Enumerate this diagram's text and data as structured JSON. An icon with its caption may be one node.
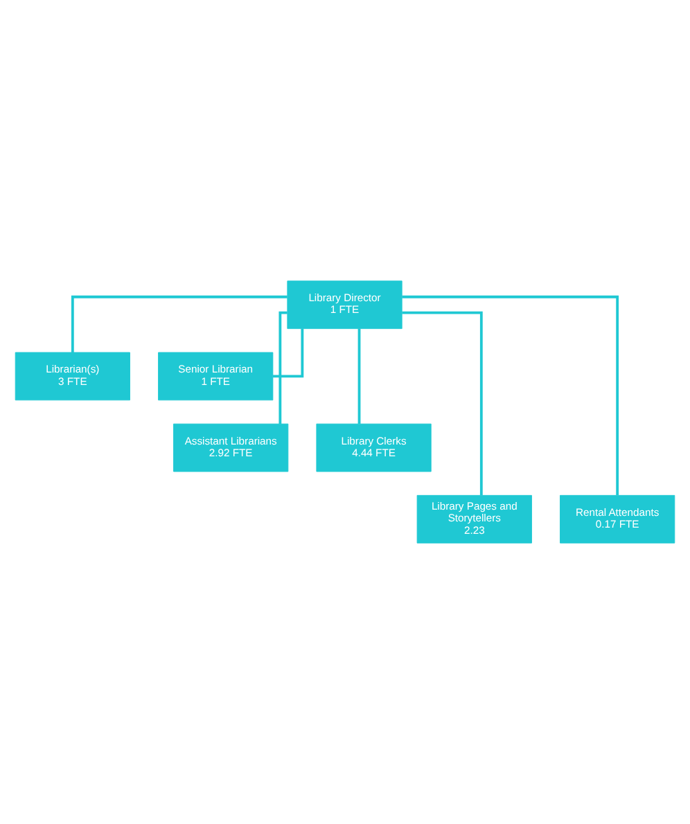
{
  "diagram": {
    "nodes": [
      {
        "text": [
          "Library Director",
          "1 FTE"
        ]
      },
      {
        "text": [
          "Librarian(s)",
          "3 FTE"
        ]
      },
      {
        "text": [
          "Senior Librarian",
          "1 FTE"
        ]
      },
      {
        "text": [
          "Assistant Librarians",
          "2.92 FTE"
        ]
      },
      {
        "text": [
          "Library Clerks",
          "4.44 FTE"
        ]
      },
      {
        "text": [
          "Library Pages and Storytellers",
          "2.23"
        ]
      },
      {
        "text": [
          "Rental Attendants",
          "0.17 FTE"
        ]
      }
    ],
    "edges": [
      {
        "from": 0,
        "to": 1,
        "arrow": "none"
      },
      {
        "from": 0,
        "to": 2,
        "arrow": "none"
      },
      {
        "from": 0,
        "to": 3,
        "arrow": "none"
      },
      {
        "from": 0,
        "to": 4,
        "arrow": "none"
      },
      {
        "from": 0,
        "to": 5,
        "arrow": "none"
      },
      {
        "from": 0,
        "to": 6,
        "arrow": "none"
      }
    ]
  }
}
